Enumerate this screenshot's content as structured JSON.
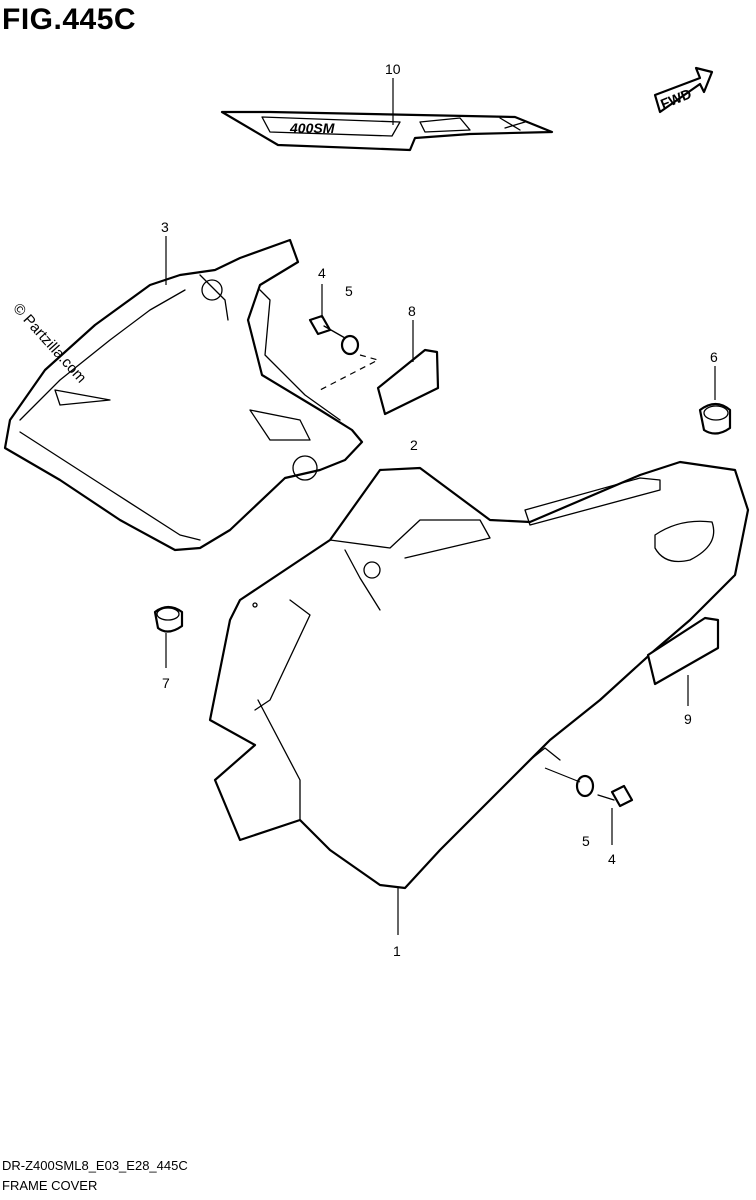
{
  "figure": {
    "title": "FIG.445C",
    "watermark": "© Partzilla.com",
    "fwd_label": "FWD",
    "decal_text": "400SM"
  },
  "callouts": [
    {
      "id": "c10",
      "label": "10"
    },
    {
      "id": "c3",
      "label": "3"
    },
    {
      "id": "c4a",
      "label": "4"
    },
    {
      "id": "c5a",
      "label": "5"
    },
    {
      "id": "c8",
      "label": "8"
    },
    {
      "id": "c2",
      "label": "2"
    },
    {
      "id": "c6",
      "label": "6"
    },
    {
      "id": "c7",
      "label": "7"
    },
    {
      "id": "c9",
      "label": "9"
    },
    {
      "id": "c5b",
      "label": "5"
    },
    {
      "id": "c4b",
      "label": "4"
    },
    {
      "id": "c1",
      "label": "1"
    }
  ],
  "footer": {
    "model_code": "DR-Z400SML8_E03_E28_445C",
    "section_name": "FRAME COVER"
  }
}
